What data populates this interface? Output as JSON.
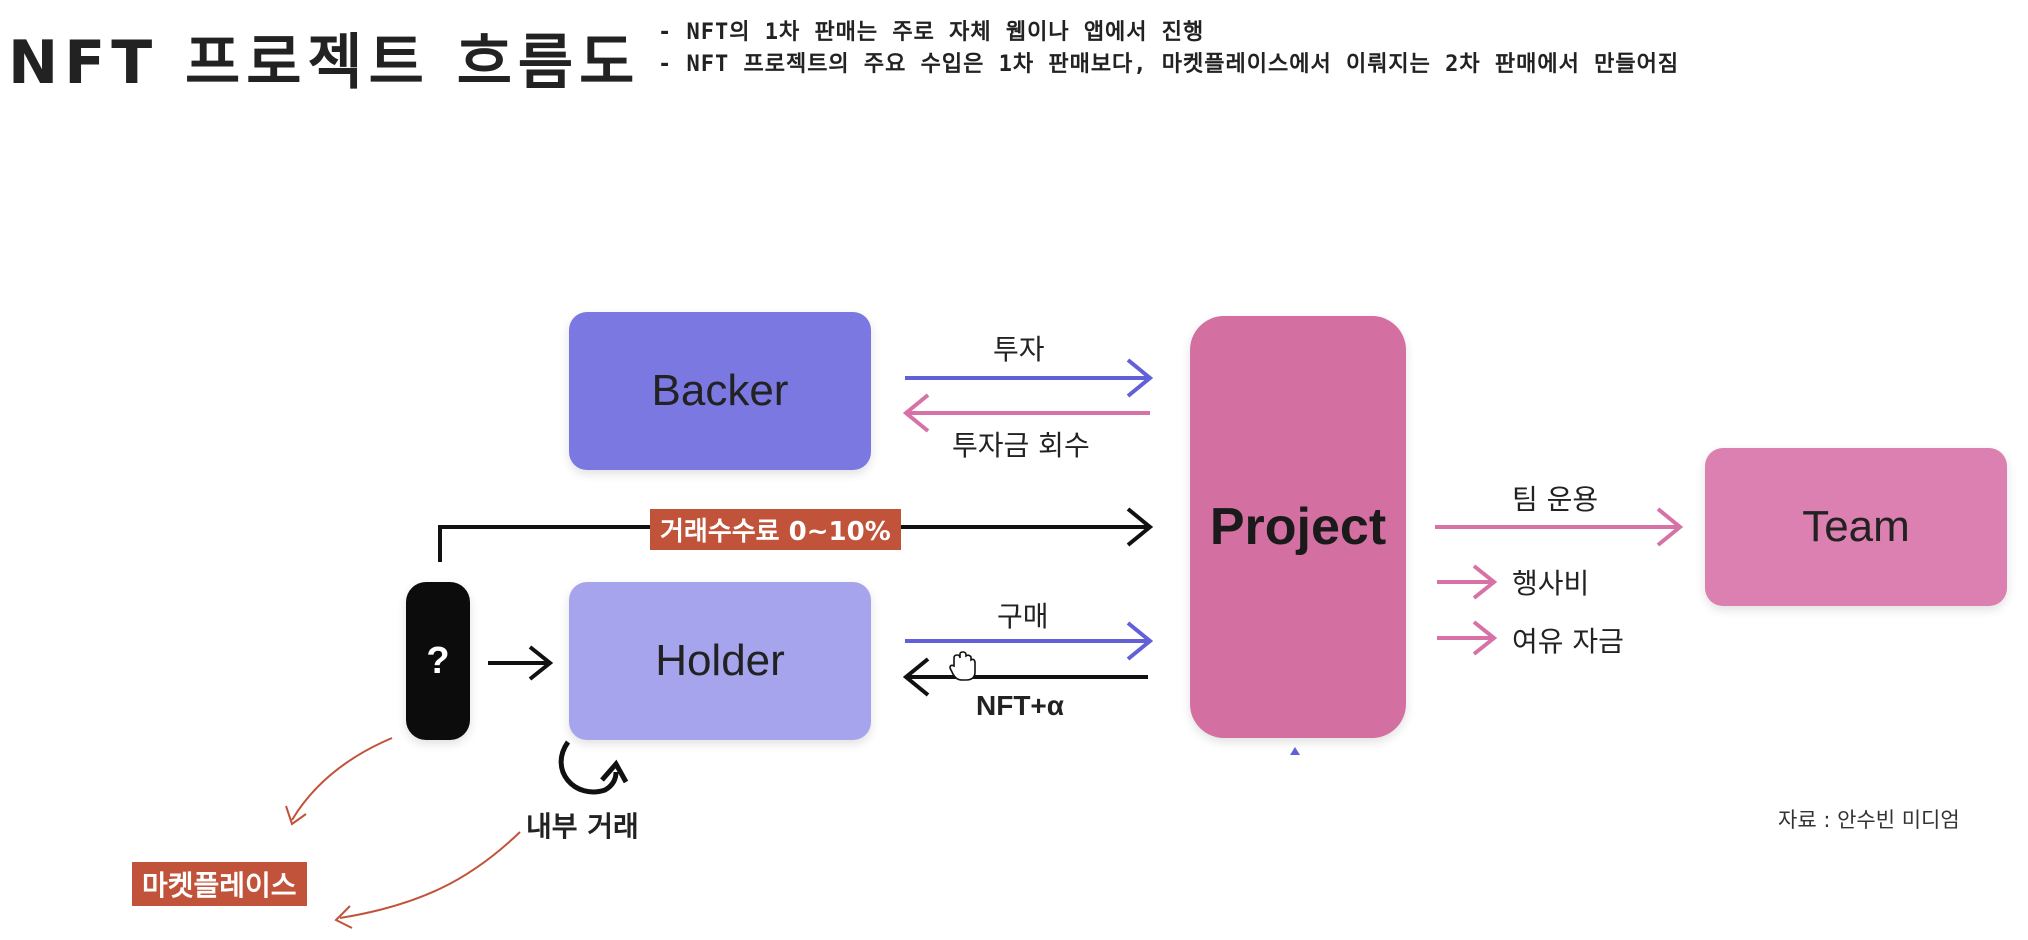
{
  "header": {
    "title": "NFT 프로젝트 흐름도",
    "bullets": [
      "- NFT의 1차 판매는 주로 자체 웹이나 앱에서 진행",
      "- NFT 프로젝트의 주요 수입은 1차 판매보다, 마켓플레이스에서 이뤄지는 2차 판매에서 만들어짐"
    ]
  },
  "nodes": {
    "backer": "Backer",
    "holder": "Holder",
    "project": "Project",
    "team": "Team",
    "unknown": "?"
  },
  "edges": {
    "invest": "투자",
    "invest_return": "투자금 회수",
    "fee": "거래수수료 0~10%",
    "purchase": "구매",
    "nft_alpha": "NFT+α",
    "team_ops": "팀 운용",
    "event_cost": "행사비",
    "reserve_fund": "여유 자금",
    "internal_trade": "내부 거래"
  },
  "annotation": {
    "marketplace": "마켓플레이스"
  },
  "source": "자료 : 안수빈 미디엄",
  "colors": {
    "backer": "#7b78e2",
    "holder": "#a6a4ec",
    "project": "#d36fa1",
    "team": "#dc7fb1",
    "blue_arrow": "#6160d6",
    "pink_arrow": "#d772a7",
    "badge": "#c0533a",
    "annotation_line": "#c0533a"
  }
}
